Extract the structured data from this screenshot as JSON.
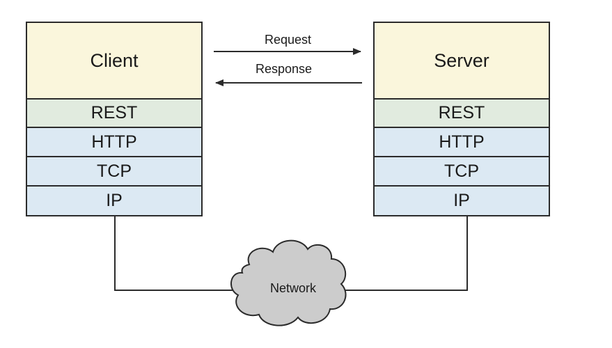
{
  "client": {
    "title": "Client",
    "layers": [
      "REST",
      "HTTP",
      "TCP",
      "IP"
    ]
  },
  "server": {
    "title": "Server",
    "layers": [
      "REST",
      "HTTP",
      "TCP",
      "IP"
    ]
  },
  "messages": {
    "request": "Request",
    "response": "Response"
  },
  "network": {
    "label": "Network"
  },
  "colors": {
    "app_layer": "#faf6dc",
    "rest_layer": "#e1ebdf",
    "transport_layers": "#dce9f3",
    "cloud": "#cccccc",
    "lines": "#2b2b2b"
  }
}
